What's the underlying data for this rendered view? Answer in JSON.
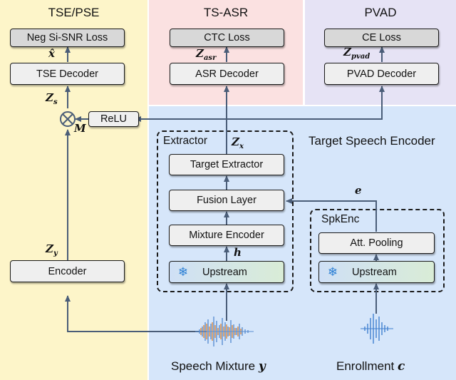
{
  "panels": {
    "tse": {
      "title": "TSE/PSE"
    },
    "tsasr": {
      "title": "TS-ASR"
    },
    "pvad": {
      "title": "PVAD"
    },
    "encoder": {
      "title": "Target Speech Encoder"
    }
  },
  "boxes": {
    "neg_loss": "Neg Si-SNR Loss",
    "tse_decoder": "TSE Decoder",
    "relu": "ReLU",
    "encoder": "Encoder",
    "ctc_loss": "CTC Loss",
    "asr_decoder": "ASR Decoder",
    "ce_loss": "CE Loss",
    "pvad_decoder": "PVAD Decoder",
    "target_extractor": "Target Extractor",
    "fusion_layer": "Fusion Layer",
    "mixture_encoder": "Mixture Encoder",
    "upstream_mix": "Upstream",
    "att_pooling": "Att. Pooling",
    "upstream_enr": "Upstream"
  },
  "groups": {
    "extractor": "Extractor",
    "spkenc": "SpkEnc"
  },
  "symbols": {
    "x_hat": "x̂",
    "z_s": {
      "base": "Z",
      "sub": "s"
    },
    "m": "M",
    "z_y": {
      "base": "Z",
      "sub": "y"
    },
    "z_asr": {
      "base": "Z",
      "sub": "asr"
    },
    "z_pvad": {
      "base": "Z",
      "sub": "pvad"
    },
    "z_x": {
      "base": "Z",
      "sub": "x"
    },
    "h": "h",
    "e": "e",
    "otimes": "⊗"
  },
  "inputs": {
    "mixture_label": "Speech Mixture",
    "mixture_sym": "y",
    "enrollment_label": "Enrollment",
    "enrollment_sym": "c"
  },
  "icons": {
    "freeze": "snowflake-icon",
    "freeze_glyph": "❄"
  },
  "colors": {
    "tse_bg": "#fdf5c9",
    "tsasr_bg": "#fbe1e1",
    "pvad_bg": "#e6e3f5",
    "encoder_bg": "#d6e6fa",
    "arrow": "#4a5d78",
    "wave_mix_a": "#5b8fd1",
    "wave_mix_b": "#e08b3e",
    "wave_enr": "#3f7fd0"
  }
}
